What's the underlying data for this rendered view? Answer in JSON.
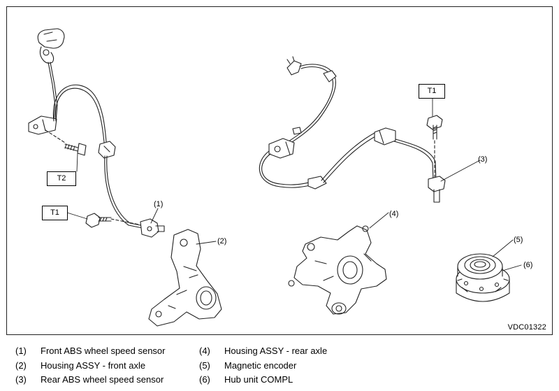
{
  "figure_id": "VDC01322",
  "torque_labels": {
    "front_t2": "T2",
    "front_t1": "T1",
    "rear_t1": "T1"
  },
  "callouts": {
    "c1": "(1)",
    "c2": "(2)",
    "c3": "(3)",
    "c4": "(4)",
    "c5": "(5)",
    "c6": "(6)"
  },
  "legend": [
    {
      "num": "(1)",
      "label": "Front ABS wheel speed sensor"
    },
    {
      "num": "(2)",
      "label": "Housing ASSY - front axle"
    },
    {
      "num": "(3)",
      "label": "Rear ABS wheel speed sensor"
    },
    {
      "num": "(4)",
      "label": "Housing ASSY - rear axle"
    },
    {
      "num": "(5)",
      "label": "Magnetic encoder"
    },
    {
      "num": "(6)",
      "label": "Hub unit COMPL"
    }
  ]
}
